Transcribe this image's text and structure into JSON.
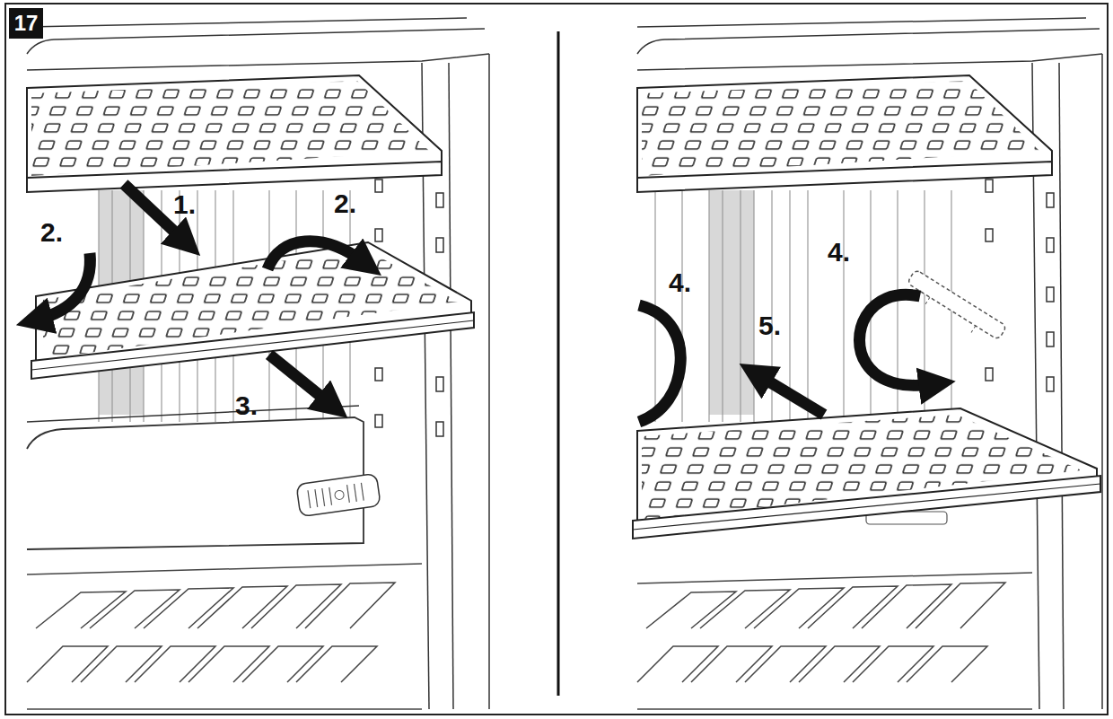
{
  "diagram": {
    "nodes": [
      {
        "text": [
          "17"
        ]
      }
    ],
    "labels": [
      "1.",
      "2.",
      "2.",
      "3.",
      "4.",
      "4.",
      "5."
    ]
  }
}
